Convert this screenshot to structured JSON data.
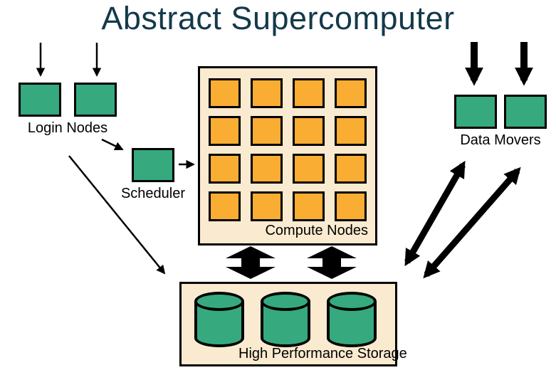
{
  "title": "Abstract Supercomputer",
  "colors": {
    "title_text": "#14394B",
    "node_green": "#36A97F",
    "compute_orange": "#FAAD33",
    "container_beige": "#FAEBD0",
    "outline": "#000000",
    "background": "#FFFFFF"
  },
  "groups": {
    "login_nodes": {
      "label": "Login Nodes",
      "count": 2
    },
    "scheduler": {
      "label": "Scheduler",
      "count": 1
    },
    "compute_nodes": {
      "label": "Compute Nodes",
      "rows": 4,
      "cols": 4,
      "count": 16
    },
    "data_movers": {
      "label": "Data Movers",
      "count": 2
    },
    "storage": {
      "label": "High Performance Storage",
      "count": 3
    }
  },
  "connections": [
    {
      "from": "outside",
      "to": "Login Nodes",
      "style": "thin",
      "direction": "one-way"
    },
    {
      "from": "outside",
      "to": "Login Nodes",
      "style": "thin",
      "direction": "one-way"
    },
    {
      "from": "Login Nodes",
      "to": "Scheduler",
      "style": "thin",
      "direction": "one-way"
    },
    {
      "from": "Scheduler",
      "to": "Compute Nodes",
      "style": "thin",
      "direction": "one-way"
    },
    {
      "from": "Login Nodes",
      "to": "High Performance Storage",
      "style": "thin",
      "direction": "one-way"
    },
    {
      "from": "outside",
      "to": "Data Movers",
      "style": "thick",
      "direction": "one-way"
    },
    {
      "from": "outside",
      "to": "Data Movers",
      "style": "thick",
      "direction": "one-way"
    },
    {
      "from": "Compute Nodes",
      "to": "High Performance Storage",
      "style": "thick",
      "direction": "two-way"
    },
    {
      "from": "Compute Nodes",
      "to": "High Performance Storage",
      "style": "thick",
      "direction": "two-way"
    },
    {
      "from": "Data Movers",
      "to": "High Performance Storage",
      "style": "thick",
      "direction": "two-way"
    },
    {
      "from": "Data Movers",
      "to": "High Performance Storage",
      "style": "thick",
      "direction": "two-way"
    }
  ]
}
